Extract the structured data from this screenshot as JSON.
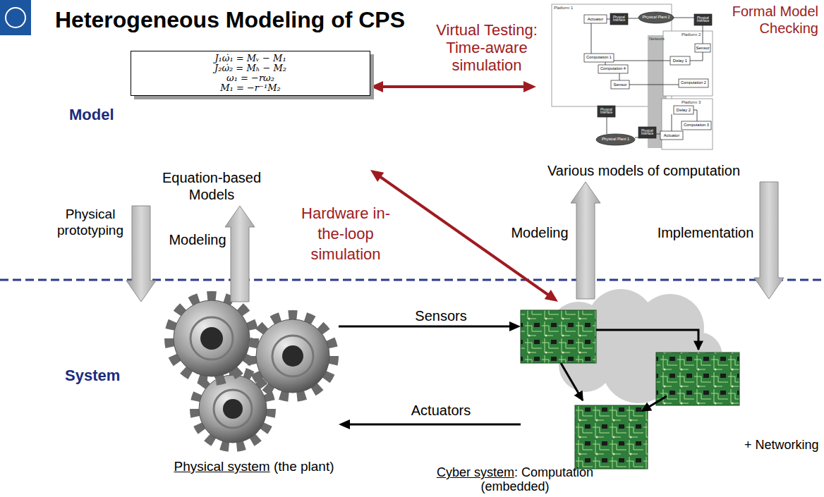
{
  "diagram": {
    "title": "Heterogeneous Modeling of CPS",
    "nodes": [
      {
        "text": [
          "J₁ω̇₁ = Mᵥ − M₁",
          "J₂ω̇₂ = Mₕ − M₂",
          "ω₁ = −rω₂",
          "M₁ = −r⁻¹M₂",
          "Equation-based Models"
        ]
      },
      {
        "text": [
          "Various models of computation"
        ]
      },
      {
        "text": [
          "Physical system",
          "(the plant)"
        ]
      },
      {
        "text": [
          "Cyber system",
          ": Computation (embedded)"
        ]
      }
    ],
    "edges": [
      {
        "from": 0,
        "to": 1,
        "arrow": "both",
        "label": "Virtual Testing: Time-aware simulation"
      },
      {
        "from": 0,
        "to": 3,
        "arrow": "both",
        "label": "Hardware in-the-loop simulation"
      },
      {
        "from": 2,
        "to": 3,
        "arrow": "to",
        "label": "Sensors"
      },
      {
        "from": 3,
        "to": 2,
        "arrow": "to",
        "label": "Actuators"
      },
      {
        "from": 0,
        "to": 2,
        "arrow": "to",
        "label": "Physical prototyping"
      },
      {
        "from": 2,
        "to": 0,
        "arrow": "to",
        "label": "Modeling"
      },
      {
        "from": 3,
        "to": 1,
        "arrow": "to",
        "label": "Modeling"
      },
      {
        "from": 1,
        "to": 3,
        "arrow": "to",
        "label": "Implementation"
      }
    ],
    "labels": [
      "Formal Model Checking",
      "Model",
      "System",
      "+ Networking",
      "Platform 1",
      "Actuator",
      "Physical Interface",
      "Physical Plant 2",
      "Physical Interface",
      "Network",
      "Platform 2",
      "Sensor",
      "Computation 1",
      "Computation 4",
      "Delay 1",
      "Computation 2",
      "Sensor",
      "Platform 3",
      "Delay 2",
      "Computation 3",
      "Physical Interface",
      "Physical Plant 1",
      "Physical Interface",
      "Actuator"
    ]
  }
}
